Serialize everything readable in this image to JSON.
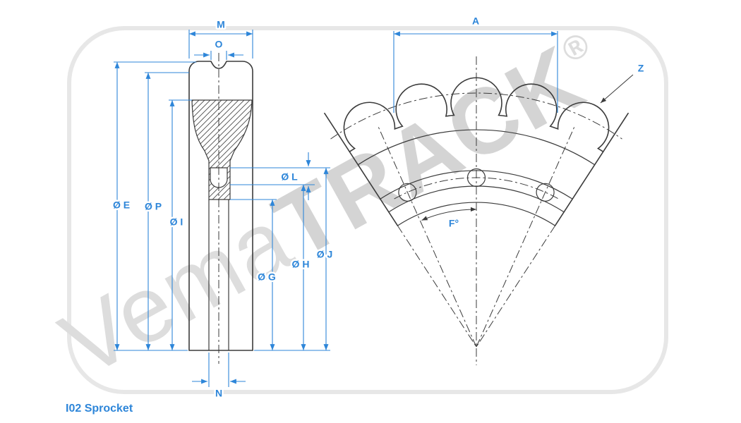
{
  "caption": "I02 Sprocket",
  "watermark": {
    "prefix": "Vema",
    "suffix": "TRACK",
    "registered": "®"
  },
  "colors": {
    "dimension_blue": "#2e86d9",
    "drawing_line": "#3b3b3b",
    "watermark_gray": "#dddddd"
  },
  "section_view": {
    "labels": {
      "m": "M",
      "o": "O",
      "e": "Ø E",
      "p": "Ø P",
      "i": "Ø I",
      "l": "Ø L",
      "g": "Ø G",
      "h": "Ø H",
      "j": "Ø J",
      "n": "N"
    }
  },
  "sector_view": {
    "labels": {
      "a": "A",
      "z": "Z",
      "f": "F°"
    }
  }
}
